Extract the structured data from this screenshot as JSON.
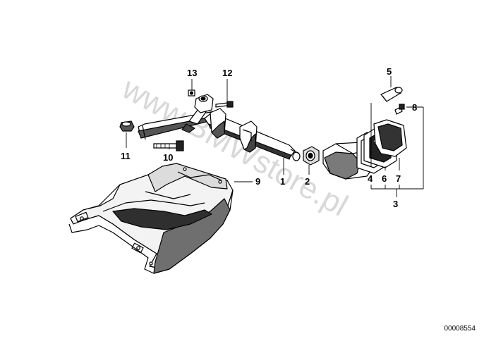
{
  "callouts": {
    "c1": "1",
    "c2": "2",
    "c3": "3",
    "c4": "4",
    "c5": "5",
    "c6": "6",
    "c7": "7",
    "c8": "8",
    "c9": "9",
    "c10": "10",
    "c11": "11",
    "c12": "12",
    "c13": "13"
  },
  "watermark": "www.BMWstore.pl",
  "diagram_number": "00008554"
}
